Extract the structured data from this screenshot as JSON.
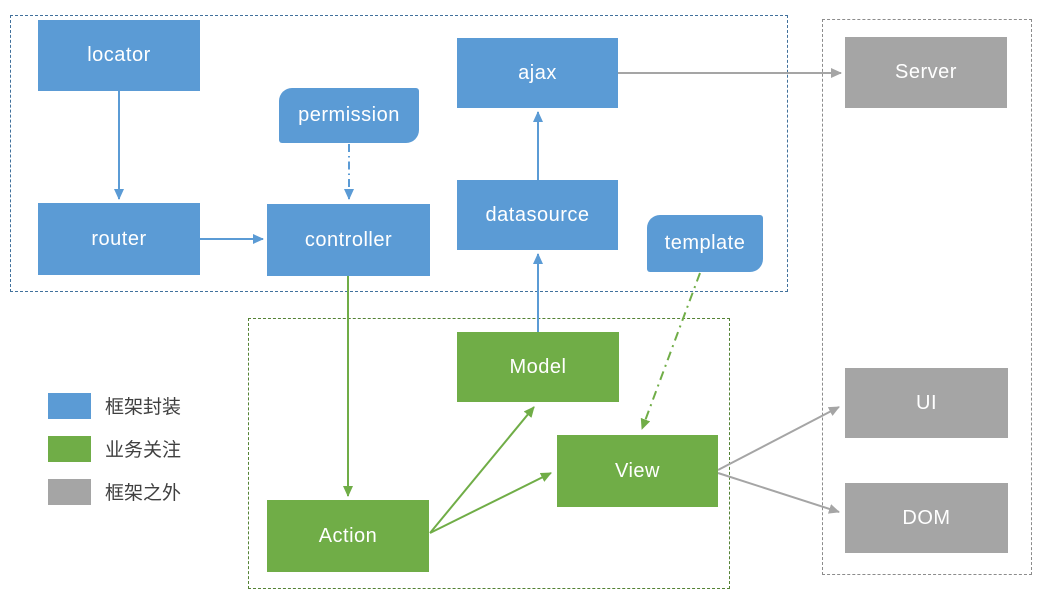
{
  "diagram": {
    "type": "architecture-flow-diagram",
    "colors": {
      "framework_blue": "#5B9BD5",
      "business_green": "#70AD47",
      "external_gray": "#A5A5A5",
      "blue_group_border": "#41719C",
      "green_group_border": "#548235",
      "gray_group_border": "#8C8C8C",
      "legend_text": "#404040"
    },
    "nodes": {
      "locator": {
        "label": "locator"
      },
      "router": {
        "label": "router"
      },
      "permission": {
        "label": "permission"
      },
      "controller": {
        "label": "controller"
      },
      "ajax": {
        "label": "ajax"
      },
      "datasource": {
        "label": "datasource"
      },
      "template": {
        "label": "template"
      },
      "model": {
        "label": "Model"
      },
      "view": {
        "label": "View"
      },
      "action": {
        "label": "Action"
      },
      "server": {
        "label": "Server"
      },
      "ui": {
        "label": "UI"
      },
      "dom": {
        "label": "DOM"
      }
    },
    "groups": [
      {
        "name": "framework-wrapped",
        "border": "dashed-blue",
        "nodes": [
          "locator",
          "router",
          "permission",
          "controller",
          "ajax",
          "datasource",
          "template"
        ]
      },
      {
        "name": "business-concern",
        "border": "dashed-green",
        "nodes": [
          "Model",
          "View",
          "Action"
        ]
      },
      {
        "name": "outside-framework",
        "border": "dashed-gray",
        "nodes": [
          "Server",
          "UI",
          "DOM"
        ]
      }
    ],
    "edges": [
      {
        "from": "locator",
        "to": "router",
        "line": "solid",
        "color": "#5B9BD5"
      },
      {
        "from": "router",
        "to": "controller",
        "line": "solid",
        "color": "#5B9BD5"
      },
      {
        "from": "permission",
        "to": "controller",
        "line": "dash-dot",
        "color": "#5B9BD5"
      },
      {
        "from": "datasource",
        "to": "ajax",
        "line": "solid",
        "color": "#5B9BD5"
      },
      {
        "from": "Model",
        "to": "datasource",
        "line": "solid",
        "color": "#5B9BD5"
      },
      {
        "from": "ajax",
        "to": "Server",
        "line": "solid",
        "color": "#A5A5A5"
      },
      {
        "from": "controller",
        "to": "Action",
        "line": "solid",
        "color": "#70AD47"
      },
      {
        "from": "Action",
        "to": "Model",
        "line": "solid",
        "color": "#70AD47"
      },
      {
        "from": "Action",
        "to": "View",
        "line": "solid",
        "color": "#70AD47"
      },
      {
        "from": "template",
        "to": "View",
        "line": "dash-dot",
        "color": "#70AD47"
      },
      {
        "from": "View",
        "to": "UI",
        "line": "solid",
        "color": "#A5A5A5"
      },
      {
        "from": "View",
        "to": "DOM",
        "line": "solid",
        "color": "#A5A5A5"
      }
    ],
    "legend": {
      "items": [
        {
          "label": "框架封装",
          "color": "#5B9BD5"
        },
        {
          "label": "业务关注",
          "color": "#70AD47"
        },
        {
          "label": "框架之外",
          "color": "#A5A5A5"
        }
      ]
    }
  }
}
